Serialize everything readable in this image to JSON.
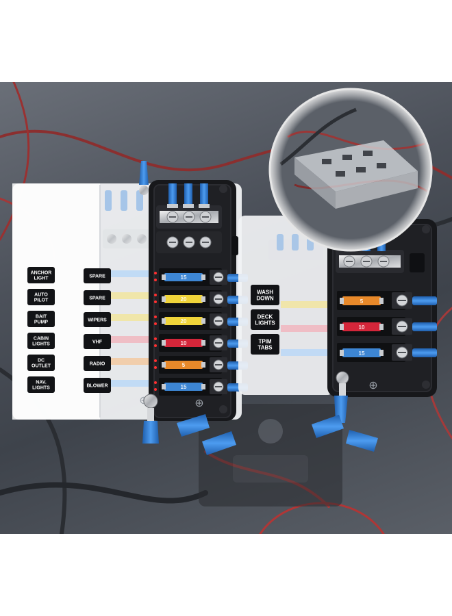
{
  "large_block_labels": {
    "left_column": [
      "ANCHOR LIGHT",
      "AUTO PILOT",
      "BAIT PUMP",
      "CABIN LIGHTS",
      "DC OUTLET",
      "NAV. LIGHTS"
    ],
    "right_column": [
      "SPARE",
      "SPARE",
      "WIPERS",
      "VHF",
      "RADIO",
      "BLOWER"
    ]
  },
  "small_block_labels": [
    "WASH DOWN",
    "DECK LIGHTS",
    "TPIM TABS"
  ],
  "fuse_ratings": [
    "20",
    "15",
    "10",
    "5"
  ],
  "colors": {
    "panel_black": "#17181b",
    "terminal_blue": "#2f7fd6",
    "fuse_blue": "#3d86d4",
    "fuse_yellow": "#f0d43a",
    "fuse_red": "#d4263a",
    "fuse_orange": "#e8892a",
    "led_red": "#ff3030",
    "wire_red": "#c33b3b"
  }
}
